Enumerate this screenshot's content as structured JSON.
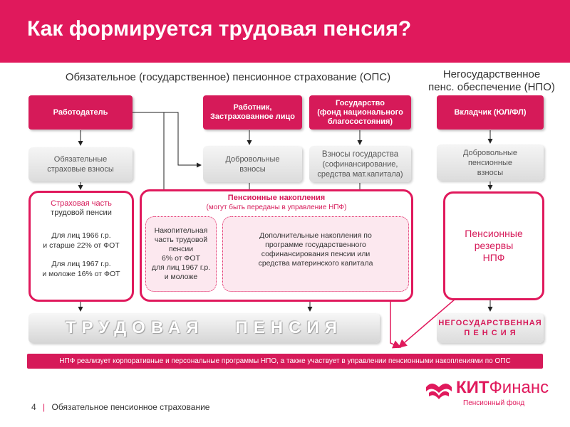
{
  "title": "Как формируется трудовая пенсия?",
  "sections": {
    "ops": "Обязательное (государственное) пенсионное страхование (ОПС)",
    "npo_line1": "Негосударственное",
    "npo_line2": "пенс. обеспечение (НПО)"
  },
  "top_boxes": {
    "employer": "Работодатель",
    "worker_l1": "Работник,",
    "worker_l2": "Застрахованное лицо",
    "state_l1": "Государство",
    "state_l2": "(фонд национального",
    "state_l3": "благосостояния)",
    "depositor": "Вкладчик (ЮЛ/ФЛ)"
  },
  "contributions": {
    "mandatory_l1": "Обязательные",
    "mandatory_l2": "страховые взносы",
    "voluntary_l1": "Добровольные",
    "voluntary_l2": "взносы",
    "state_l1": "Взносы государства",
    "state_l2": "(софинансирование,",
    "state_l3": "средства мат.капитала)",
    "pension_vol_l1": "Добровольные",
    "pension_vol_l2": "пенсионные",
    "pension_vol_l3": "взносы"
  },
  "insurance_part": {
    "l1": "Страховая часть",
    "l2": "трудовой пенсии",
    "l3": "Для лиц 1966 г.р.",
    "l4": "и старше 22% от ФОТ",
    "l5": "Для лиц 1967 г.р.",
    "l6": "и моложе 16% от ФОТ"
  },
  "savings": {
    "title": "Пенсионные накопления",
    "subtitle": "(могут быть переданы в управление НПФ)",
    "funded_l1": "Накопительная",
    "funded_l2": "часть трудовой",
    "funded_l3": "пенсии",
    "funded_l4": "6% от ФОТ",
    "funded_l5": "для лиц 1967 г.р.",
    "funded_l6": "и моложе",
    "extra_l1": "Дополнительные  накопления по",
    "extra_l2": "программе  государственного",
    "extra_l3": "софинансирования  пенсии или",
    "extra_l4": "средства материнского  капитала"
  },
  "reserves": {
    "l1": "Пенсионные",
    "l2": "резервы",
    "l3": "НПФ"
  },
  "labor_pension": "ТРУДОВАЯ   ПЕНСИЯ",
  "npf_pension_l1": "НЕГОСУДАРСТВЕННАЯ",
  "npf_pension_l2": "П Е Н С И Я",
  "banner": "НПФ реализует корпоративные и персональные программы НПО, а также участвует  в управлении пенсионными накоплениями по ОПС",
  "footer": {
    "page": "4",
    "text": "Обязательное пенсионное страхование"
  },
  "logo": {
    "brand_bold": "КИТ",
    "brand_regular": "Финанс",
    "subtitle": "Пенсионный фонд"
  },
  "colors": {
    "accent": "#e0195c",
    "box": "#d61a59"
  }
}
